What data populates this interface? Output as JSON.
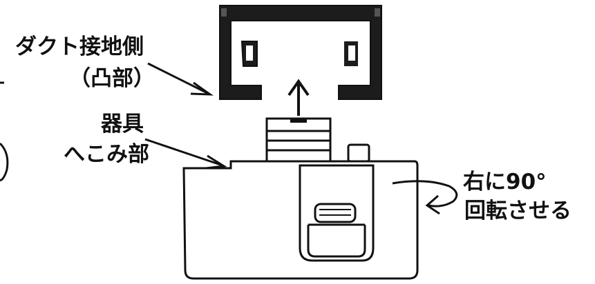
{
  "labels": {
    "duct_ground_side": "ダクト接地側",
    "convex_part": "（凸部）",
    "fixture": "器具",
    "concave_part": "へこみ部",
    "rotate_right": "右に90°",
    "rotate_instruction": "回転させる"
  },
  "colors": {
    "ink": "#111111",
    "duct_fill": "#1c1c1c",
    "paper": "#ffffff"
  },
  "icons": {
    "rotation_arrow": "curved-arrow-icon",
    "insert_arrow": "up-arrow-icon"
  }
}
